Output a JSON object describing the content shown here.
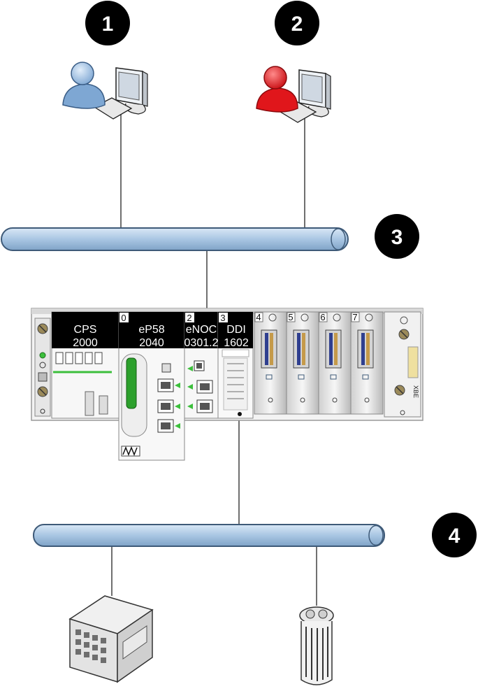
{
  "callouts": [
    {
      "number": "1"
    },
    {
      "number": "2"
    },
    {
      "number": "3"
    },
    {
      "number": "4"
    }
  ],
  "rack": {
    "modules": [
      {
        "slot": "",
        "line1": "CPS",
        "line2": "2000"
      },
      {
        "slot": "0",
        "line1": "eP58",
        "line2": "2040"
      },
      {
        "slot": "2",
        "line1": "eNOC",
        "line2": "0301.2"
      },
      {
        "slot": "3",
        "line1": "DDI",
        "line2": "1602"
      }
    ],
    "io_slots": [
      "4",
      "5",
      "6",
      "7"
    ],
    "end_label": "XBE"
  },
  "colors": {
    "bus_fill": "#a9c6e3",
    "bus_stroke": "#3e5a78",
    "user1": "#8fb4dd",
    "user2": "#e0161b",
    "badge": "#000000"
  },
  "icons": {
    "user1": "engineering-workstation-icon",
    "user2": "operator-workstation-icon",
    "server": "server-icon",
    "device": "field-device-icon"
  }
}
